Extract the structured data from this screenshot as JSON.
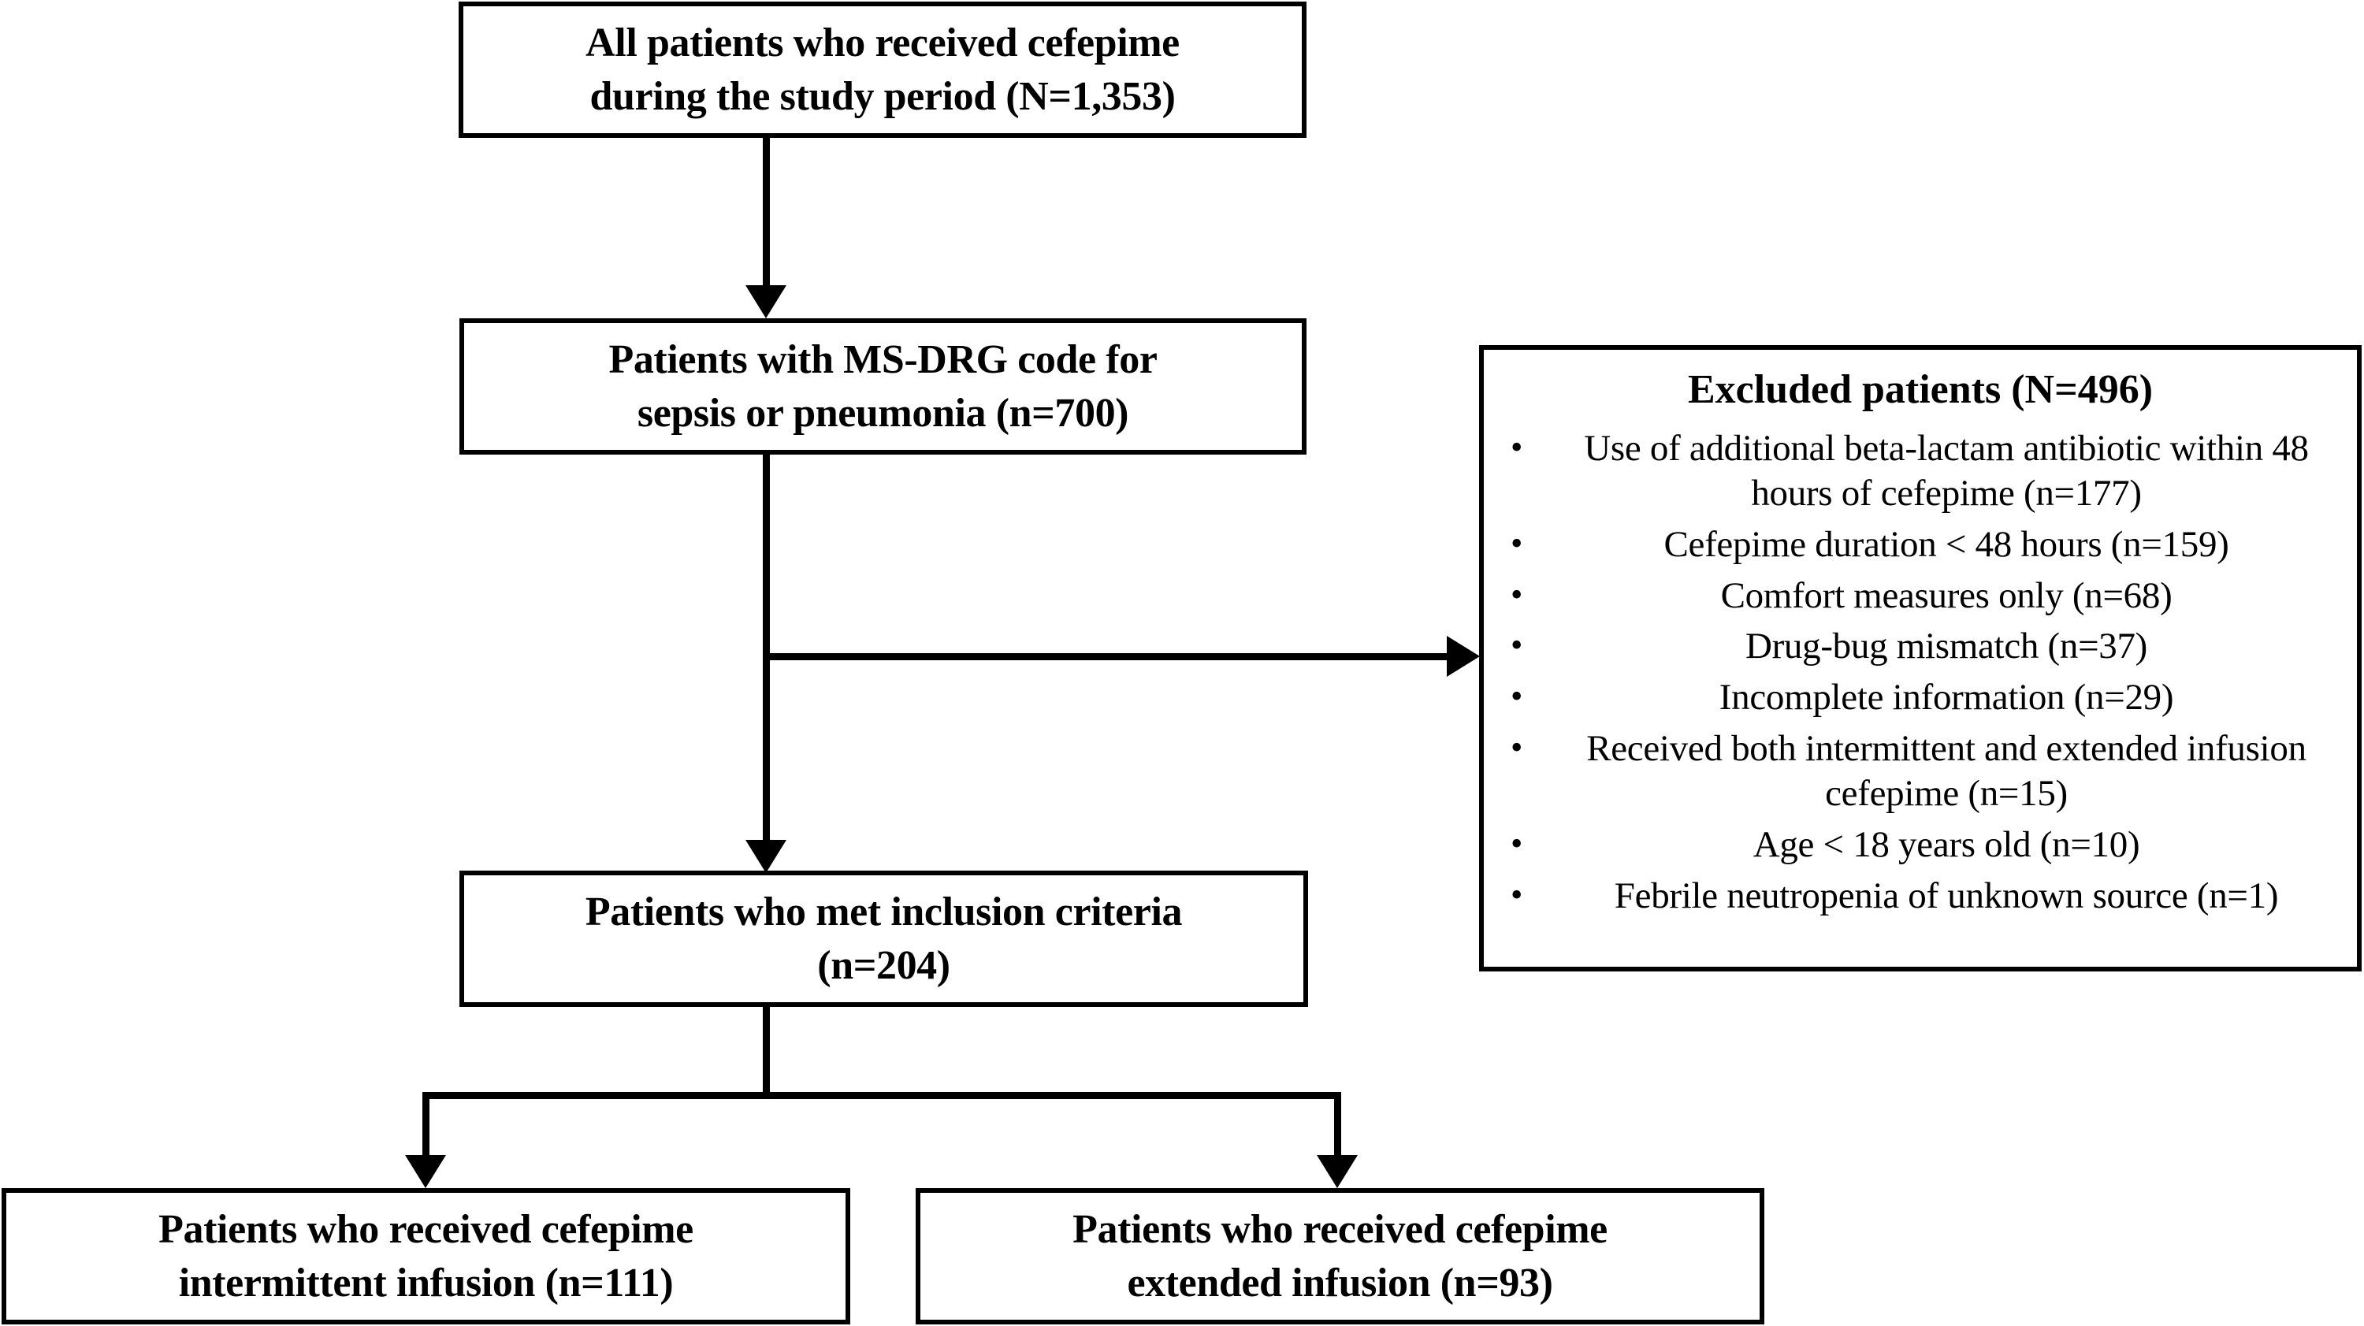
{
  "figure": {
    "type": "flowchart",
    "description": "Patient selection flow diagram for cefepime study"
  },
  "nodes": {
    "all_patients": {
      "text": "All patients who received cefepime\nduring the study period (N=1,353)",
      "count_label": "N=1,353"
    },
    "msdrg": {
      "text": "Patients with MS-DRG code for\nsepsis or pneumonia (n=700)",
      "count_label": "n=700"
    },
    "inclusion": {
      "text": "Patients who met inclusion criteria\n(n=204)",
      "count_label": "n=204"
    },
    "intermittent": {
      "text": "Patients who received cefepime\nintermittent infusion (n=111)",
      "count_label": "n=111"
    },
    "extended": {
      "text": "Patients who received cefepime\nextended infusion (n=93)",
      "count_label": "n=93"
    },
    "excluded": {
      "title": "Excluded patients (N=496)",
      "count_label": "N=496",
      "bullet_glyph": "•",
      "items": [
        "Use of additional beta-lactam antibiotic within 48 hours of cefepime (n=177)",
        "Cefepime duration < 48 hours (n=159)",
        "Comfort measures only (n=68)",
        "Drug-bug mismatch (n=37)",
        "Incomplete information (n=29)",
        "Received both intermittent and extended infusion cefepime (n=15)",
        "Age < 18 years old (n=10)",
        "Febrile neutropenia of unknown source (n=1)"
      ]
    }
  },
  "chart_data": {
    "type": "table",
    "title": "Patient selection flow",
    "categories": [
      "All patients who received cefepime during the study period",
      "Patients with MS-DRG code for sepsis or pneumonia",
      "Excluded patients",
      "Patients who met inclusion criteria",
      "Patients who received cefepime intermittent infusion",
      "Patients who received cefepime extended infusion"
    ],
    "values": [
      1353,
      700,
      496,
      204,
      111,
      93
    ],
    "exclusion_reasons": [
      "Use of additional beta-lactam antibiotic within 48 hours of cefepime",
      "Cefepime duration < 48 hours",
      "Comfort measures only",
      "Drug-bug mismatch",
      "Incomplete information",
      "Received both intermittent and extended infusion cefepime",
      "Age < 18 years old",
      "Febrile neutropenia of unknown source"
    ],
    "exclusion_counts": [
      177,
      159,
      68,
      37,
      29,
      15,
      10,
      1
    ]
  },
  "colors": {
    "stroke": "#000000",
    "fill": "#ffffff",
    "text": "#000000"
  }
}
